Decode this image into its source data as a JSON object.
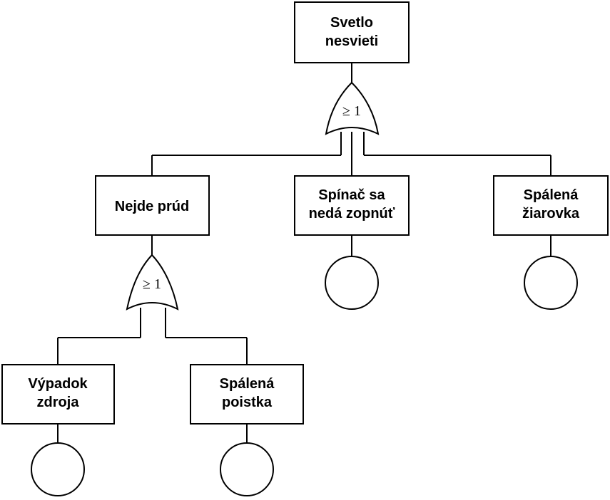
{
  "nodes": {
    "top": {
      "line1": "Svetlo",
      "line2": "nesvieti"
    },
    "nejde_prud": {
      "line1": "Nejde prúd"
    },
    "spinac": {
      "line1": "Spínač sa",
      "line2": "nedá zopnúť"
    },
    "ziarovka": {
      "line1": "Spálená",
      "line2": "žiarovka"
    },
    "vypadok": {
      "line1": "Výpadok",
      "line2": "zdroja"
    },
    "poistka": {
      "line1": "Spálená",
      "line2": "poistka"
    }
  },
  "gates": {
    "top_gate": {
      "label": "≥ 1"
    },
    "sub_gate": {
      "label": "≥ 1"
    }
  }
}
